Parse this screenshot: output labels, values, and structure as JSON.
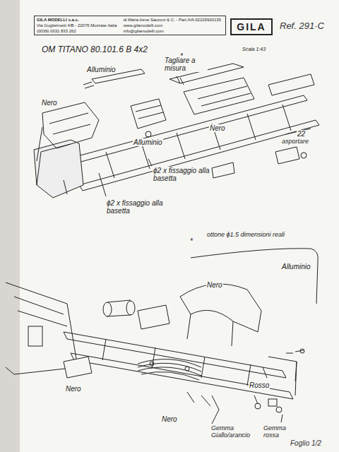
{
  "diagram": {
    "title": "OM TITANO 80.101.6 B 4x2",
    "nodes": [
      {
        "text": [
          "GILA MODELLI s.a.s.",
          "di Maria Irene Sacconi & C. - Part.IVA 02229920135",
          "Via Guglielmetti 4/B - 22076 Mozzate-Italia",
          "www.gilamodelli.com",
          "(0039) 0331 833 262",
          "info@gilamodelli.com"
        ]
      },
      {
        "text": [
          "GILA"
        ]
      }
    ],
    "edges": [],
    "labels": [
      "Ref. 291·C",
      "Scala 1:43",
      "Alluminio",
      "*",
      "Tagliare a misura",
      "Nero",
      "Alluminio",
      "Nero",
      "22",
      "asportare",
      "ϕ2 x fissaggio alla basetta",
      "ϕ2 x fissaggio alla basetta",
      "*",
      "ottone ϕ1.5 dimensioni reali",
      "Alluminio",
      "Nero",
      "Nero",
      "Nero",
      "Rosso",
      "Gemma Giallo/arancio",
      "Gemma rossa",
      "Foglio 1/2"
    ]
  }
}
